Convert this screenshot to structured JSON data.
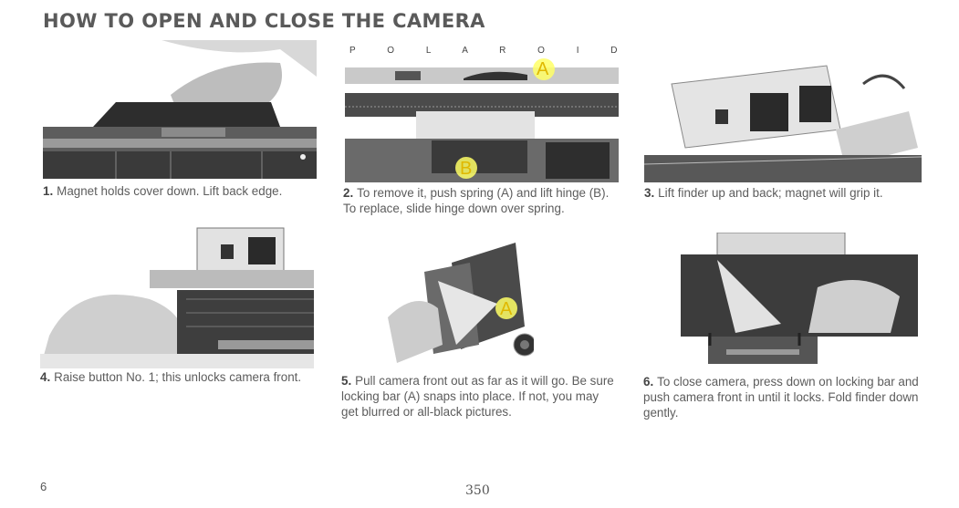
{
  "heading": "HOW TO OPEN AND CLOSE THE CAMERA",
  "brand": "P O L A R O I D",
  "callouts": {
    "a": "A",
    "b": "B"
  },
  "steps": [
    {
      "num": "1.",
      "text": "Magnet holds cover down.  Lift back edge."
    },
    {
      "num": "2.",
      "text": "To remove it, push spring (A) and lift hinge (B).  To replace, slide hinge down over spring."
    },
    {
      "num": "3.",
      "text": "Lift finder up and back; magnet will grip it."
    },
    {
      "num": "4.",
      "text": "Raise button No. 1; this unlocks camera front."
    },
    {
      "num": "5.",
      "text": "Pull camera front out as far as it will go.  Be sure locking bar (A) snaps into place.  If not, you may get blurred or all-black pictures."
    },
    {
      "num": "6.",
      "text": "To close camera, press down on locking bar and push camera front in until it locks.  Fold finder down gently."
    }
  ],
  "page_number": "6",
  "footer_number": "350"
}
